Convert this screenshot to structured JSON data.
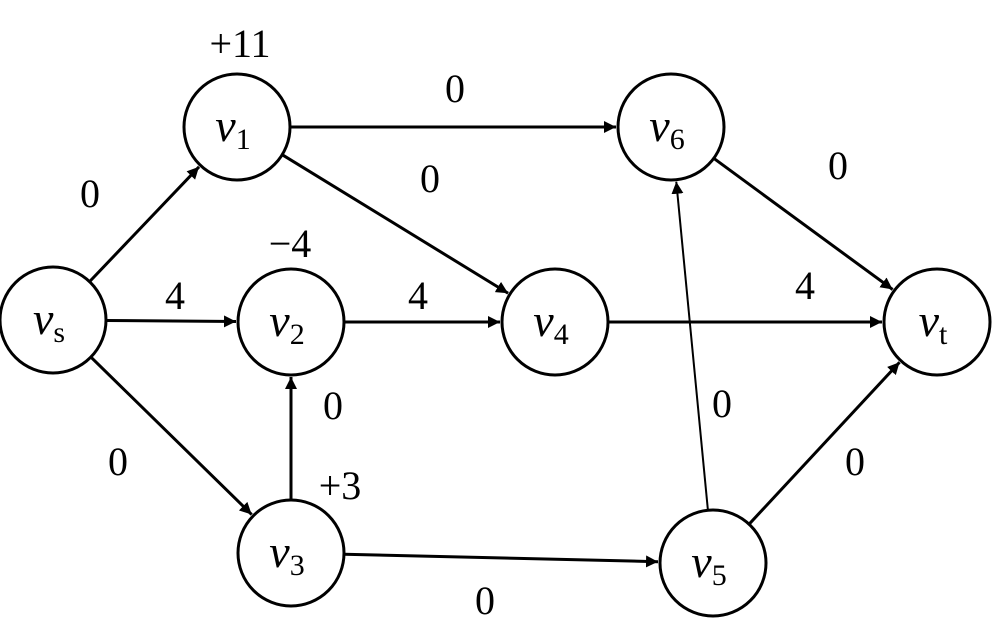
{
  "nodes": [
    {
      "id": "vs",
      "base": "v",
      "sub": "s"
    },
    {
      "id": "v1",
      "base": "v",
      "sub": "1"
    },
    {
      "id": "v2",
      "base": "v",
      "sub": "2"
    },
    {
      "id": "v3",
      "base": "v",
      "sub": "3"
    },
    {
      "id": "v4",
      "base": "v",
      "sub": "4"
    },
    {
      "id": "v5",
      "base": "v",
      "sub": "5"
    },
    {
      "id": "v6",
      "base": "v",
      "sub": "6"
    },
    {
      "id": "vt",
      "base": "v",
      "sub": "t"
    }
  ],
  "node_labels": [
    {
      "node": "v1",
      "text": "+11"
    },
    {
      "node": "v2",
      "text": "−4"
    },
    {
      "node": "v3",
      "text": "+3"
    }
  ],
  "edges": [
    {
      "from": "vs",
      "to": "v1",
      "label": "0"
    },
    {
      "from": "vs",
      "to": "v2",
      "label": "4"
    },
    {
      "from": "vs",
      "to": "v3",
      "label": "0"
    },
    {
      "from": "v1",
      "to": "v6",
      "label": "0"
    },
    {
      "from": "v1",
      "to": "v4",
      "label": "0"
    },
    {
      "from": "v2",
      "to": "v4",
      "label": "4"
    },
    {
      "from": "v3",
      "to": "v2",
      "label": "0"
    },
    {
      "from": "v3",
      "to": "v5",
      "label": "0"
    },
    {
      "from": "v4",
      "to": "vt",
      "label": "4"
    },
    {
      "from": "v5",
      "to": "v6",
      "label": "0"
    },
    {
      "from": "v5",
      "to": "vt",
      "label": "0"
    },
    {
      "from": "v6",
      "to": "vt",
      "label": "0"
    }
  ]
}
